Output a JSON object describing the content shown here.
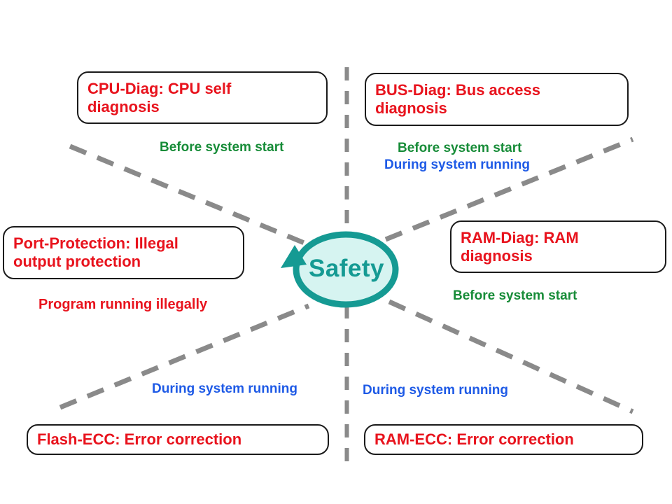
{
  "diagram": {
    "center_label": "Safety",
    "boxes": [
      {
        "id": "cpu-diag",
        "title": "CPU-Diag: CPU self\ndiagnosis"
      },
      {
        "id": "bus-diag",
        "title": "BUS-Diag: Bus access\ndiagnosis"
      },
      {
        "id": "port-protection",
        "title": "Port-Protection: Illegal\noutput protection"
      },
      {
        "id": "ram-diag",
        "title": "RAM-Diag: RAM\ndiagnosis"
      },
      {
        "id": "flash-ecc",
        "title": "Flash-ECC: Error correction"
      },
      {
        "id": "ram-ecc",
        "title": "RAM-ECC: Error correction"
      }
    ],
    "timing_labels": [
      {
        "id": "cpu-before",
        "text": "Before system start",
        "color": "green"
      },
      {
        "id": "bus-before",
        "text": "Before system start",
        "color": "green"
      },
      {
        "id": "bus-during",
        "text": "During system running",
        "color": "blue"
      },
      {
        "id": "port-trigger",
        "text": "Program running illegally",
        "color": "red"
      },
      {
        "id": "ramdiag-before",
        "text": "Before system start",
        "color": "green"
      },
      {
        "id": "flash-during",
        "text": "During system running",
        "color": "blue"
      },
      {
        "id": "ramecc-during",
        "text": "During system running",
        "color": "blue"
      }
    ],
    "colors": {
      "box_text_red": "#e8131d",
      "timing_green": "#178c38",
      "timing_blue": "#1e5ae6",
      "timing_red": "#e8131d",
      "safety_teal": "#159a93",
      "ellipse_fill": "#d6f4f1",
      "dash_gray": "#8a8a8a",
      "box_border": "#1a1a1a",
      "background": "#ffffff"
    }
  }
}
